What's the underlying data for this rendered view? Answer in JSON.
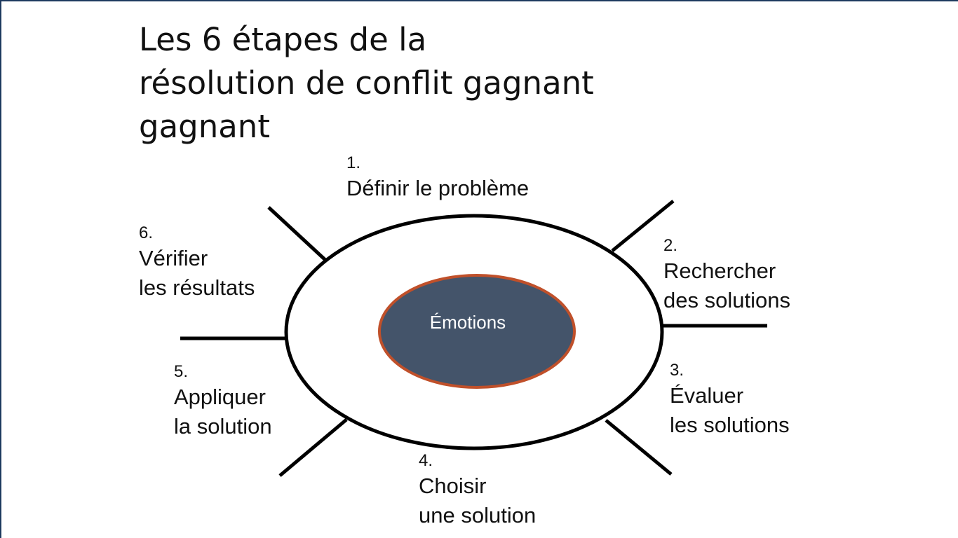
{
  "title": "Les 6 étapes de la\nrésolution de conflit gagnant\ngagnant",
  "center": {
    "label": "Émotions"
  },
  "steps": [
    {
      "number": "1.",
      "label": "Définir le problème"
    },
    {
      "number": "2.",
      "label": "Rechercher\ndes solutions"
    },
    {
      "number": "3.",
      "label": "Évaluer\nles solutions"
    },
    {
      "number": "4.",
      "label": "Choisir\nune solution"
    },
    {
      "number": "5.",
      "label": "Appliquer\nla solution"
    },
    {
      "number": "6.",
      "label": "Vérifier\nles résultats"
    }
  ],
  "colors": {
    "frame": "#1e3a5f",
    "outer_ellipse_stroke": "#000000",
    "inner_fill": "#44546a",
    "inner_stroke": "#c0502a",
    "text": "#111111"
  }
}
